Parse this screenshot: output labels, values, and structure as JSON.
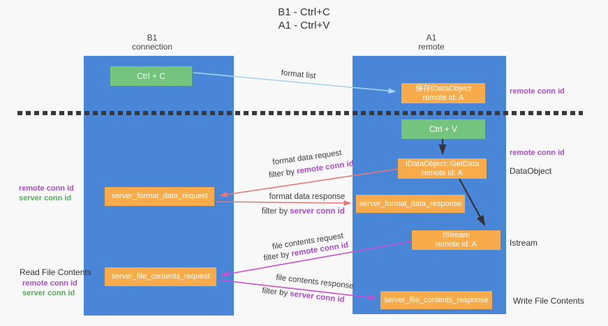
{
  "title": {
    "line1": "B1 - Ctrl+C",
    "line2": "A1 - Ctrl+V"
  },
  "columns": {
    "left": {
      "header_line1": "B1",
      "header_line2": "connection"
    },
    "right": {
      "header_line1": "A1",
      "header_line2": "remote"
    }
  },
  "nodes": {
    "ctrl_c": "Ctrl + C",
    "ctrl_v": "Ctrl + V",
    "save_dataobject": {
      "line1": "保存IDataObject",
      "line2": "remote id: A"
    },
    "getdata": {
      "line1": "IDataObject::GetData",
      "line2": "remote id: A"
    },
    "istream": {
      "line1": "IStream",
      "line2": "remote id: A"
    },
    "server_format_data_request": "server_format_data_request",
    "server_format_data_response": "server_format_data_response",
    "server_file_contents_request": "server_file_contents_request",
    "server_file_contents_response": "server_file_contents_response"
  },
  "side_labels": {
    "remote_conn_id_top_right": "remote conn id",
    "remote_conn_id_mid_right": "remote conn id",
    "dataobject": "DataObject",
    "istream": "Istream",
    "write_file_contents": "Write File Contents",
    "read_file_contents": "Read File Contents",
    "left_remote_conn_id_1": "remote conn id",
    "left_server_conn_id_1": "server conn id",
    "left_remote_conn_id_2": "remote conn id",
    "left_server_conn_id_2": "server conn id"
  },
  "arrow_labels": {
    "format_list": "format list",
    "format_data_request": "format data request",
    "format_data_request_filter_prefix": "filter by ",
    "format_data_request_filter_key": "remote conn id",
    "format_data_response": "format data response",
    "format_data_response_filter_prefix": "filter by ",
    "format_data_response_filter_key": "server conn id",
    "file_contents_request": "file contents request",
    "file_contents_request_filter_prefix": "filter by ",
    "file_contents_request_filter_key": "remote conn id",
    "file_contents_response": "file contents response",
    "file_contents_response_filter_prefix": "filter by ",
    "file_contents_response_filter_key": "server conn id"
  },
  "colors": {
    "column_blue": "#4a86d8",
    "node_orange": "#f8ab4a",
    "node_green": "#74c47e",
    "arrow_lightblue": "#a8d5f2",
    "arrow_red": "#e87673",
    "arrow_magenta": "#cc50ce",
    "text_purple": "#a94dc9",
    "text_green": "#56ad5a",
    "dash_dark": "#383838"
  }
}
